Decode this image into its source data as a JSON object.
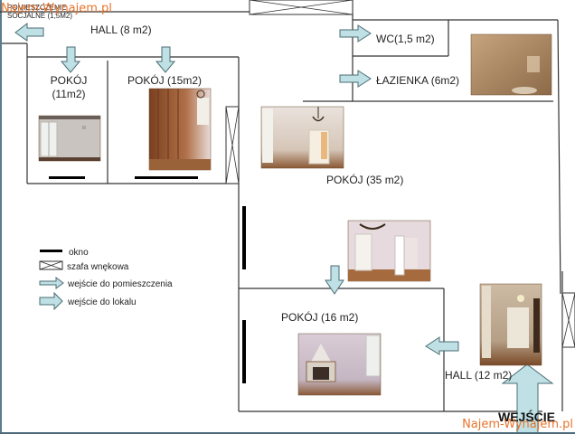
{
  "watermarks": {
    "top_left": "Najem-Wynajem.pl",
    "bottom_right": "Najem-Wynajem.pl"
  },
  "rooms": {
    "social": {
      "line1": "POMIESZCZENIE",
      "line2": "SOCJALNE (1,5M2)"
    },
    "hall_top": "HALL (8 m2)",
    "room_11": {
      "line1": "POKÓJ",
      "line2": "(11m2)"
    },
    "room_15": "POKÓJ (15m2)",
    "wc": "WC(1,5 m2)",
    "bathroom": "ŁAZIENKA (6m2)",
    "room_35": "POKÓJ (35 m2)",
    "room_16": "POKÓJ (16 m2)",
    "hall_bottom": "HALL (12 m2)",
    "entrance": "WEJŚCIE"
  },
  "legend": {
    "items": [
      {
        "icon": "window-line-icon",
        "label": "okno"
      },
      {
        "icon": "wardrobe-icon",
        "label": "szafa wnękowa"
      },
      {
        "icon": "room-entrance-arrow-icon",
        "label": "wejście do pomieszczenia"
      },
      {
        "icon": "apartment-entrance-arrow-icon",
        "label": "wejście do lokalu"
      }
    ]
  },
  "photos": [
    {
      "name": "photo-room-11",
      "subject": "room 11m2 interior with window"
    },
    {
      "name": "photo-room-15",
      "subject": "room 15m2 with wooden wardrobe and chandelier"
    },
    {
      "name": "photo-bathroom",
      "subject": "bathroom interior"
    },
    {
      "name": "photo-room-35-a",
      "subject": "room 35m2 with chandelier"
    },
    {
      "name": "photo-room-35-b",
      "subject": "room 35m2 with open doors"
    },
    {
      "name": "photo-room-16",
      "subject": "room 16m2 with fireplace"
    },
    {
      "name": "photo-hall-12",
      "subject": "hall 12m2 corridor"
    }
  ],
  "colors": {
    "arrow_fill": "#bfe0e4",
    "arrow_stroke": "#4a6d73",
    "watermark": "#e8742c",
    "wall": "#333333"
  }
}
